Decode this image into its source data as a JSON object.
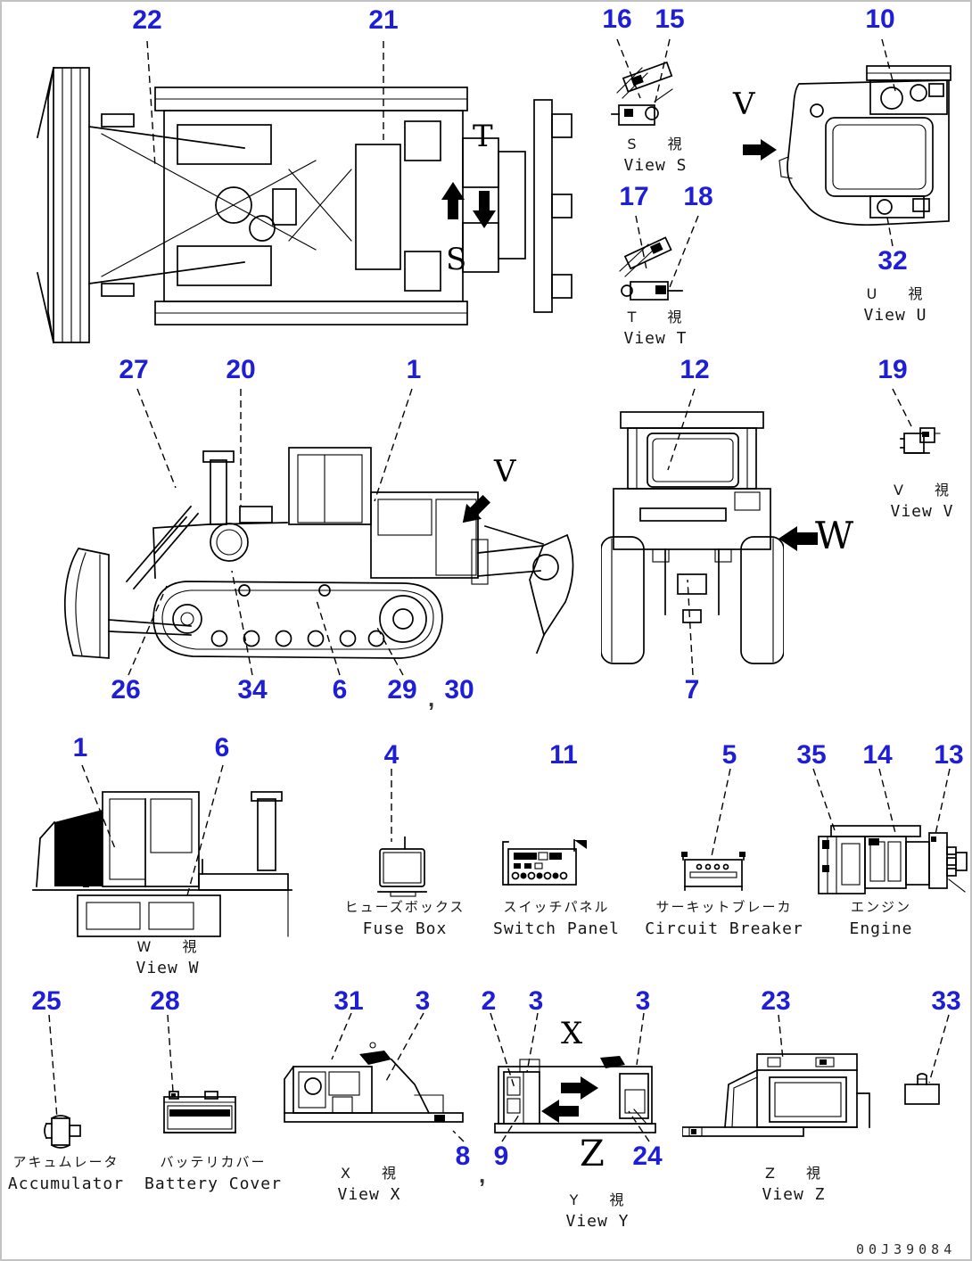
{
  "page": {
    "doc_number": "00J39084",
    "callout_color": "#1e1ed7",
    "line_color": "#000000"
  },
  "callouts": {
    "c22": "22",
    "c21": "21",
    "c16": "16",
    "c15": "15",
    "c10": "10",
    "c17": "17",
    "c18": "18",
    "c32": "32",
    "c27": "27",
    "c20": "20",
    "c1_side": "1",
    "c12": "12",
    "c19": "19",
    "c26": "26",
    "c34": "34",
    "c6_side": "6",
    "c29": "29",
    "c30": "30",
    "c7": "7",
    "c1_w": "1",
    "c6_w": "6",
    "c4": "4",
    "c11": "11",
    "c5": "5",
    "c35": "35",
    "c14": "14",
    "c13": "13",
    "c25": "25",
    "c28": "28",
    "c31": "31",
    "c3_x": "3",
    "c2": "2",
    "c3_y1": "3",
    "c3_y2": "3",
    "c23": "23",
    "c33": "33",
    "c8": "8",
    "c9": "9",
    "c24": "24",
    "comma": ","
  },
  "letters": {
    "t": "T",
    "s": "S",
    "v_top": "V",
    "v_side": "V",
    "w": "W",
    "x": "X",
    "z": "Z"
  },
  "views": {
    "s": {
      "jp": "S 視",
      "en": "View S"
    },
    "t": {
      "jp": "T 視",
      "en": "View T"
    },
    "u": {
      "jp": "U 視",
      "en": "View U"
    },
    "v": {
      "jp": "V 視",
      "en": "View V"
    },
    "w": {
      "jp": "W 視",
      "en": "View W"
    },
    "x": {
      "jp": "X 視",
      "en": "View X"
    },
    "y": {
      "jp": "Y 視",
      "en": "View Y"
    },
    "z": {
      "jp": "Z 視",
      "en": "View Z"
    }
  },
  "part_labels": {
    "fuse_box": {
      "jp": "ヒューズボックス",
      "en": "Fuse Box"
    },
    "switch_panel": {
      "jp": "スイッチパネル",
      "en": "Switch Panel"
    },
    "circuit_breaker": {
      "jp": "サーキットブレーカ",
      "en": "Circuit Breaker"
    },
    "engine": {
      "jp": "エンジン",
      "en": "Engine"
    },
    "accumulator": {
      "jp": "アキュムレータ",
      "en": "Accumulator"
    },
    "battery_cover": {
      "jp": "バッテリカバー",
      "en": "Battery Cover"
    }
  }
}
